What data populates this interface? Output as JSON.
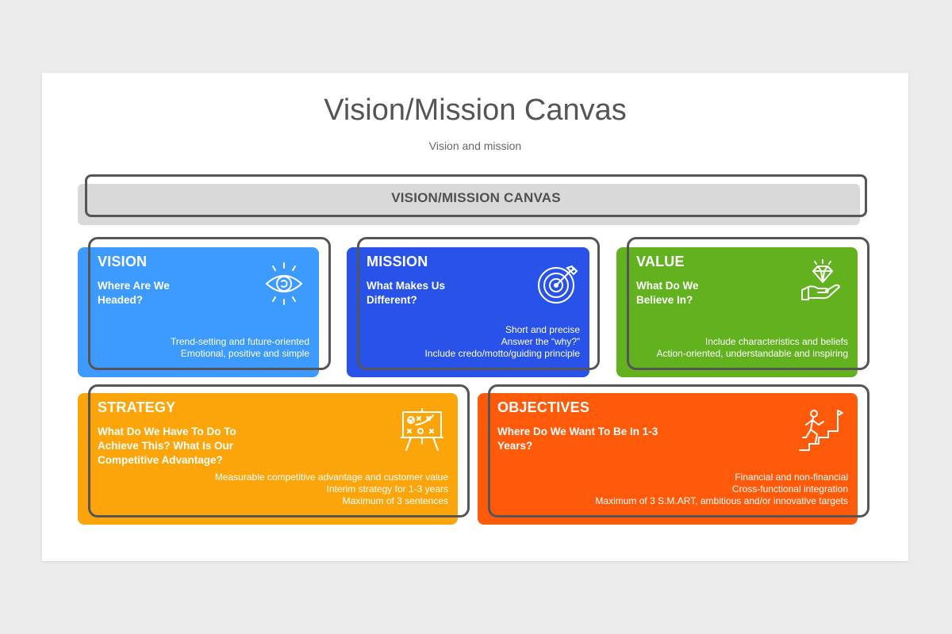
{
  "slide": {
    "title": "Vision/Mission Canvas",
    "subtitle": "Vision and mission"
  },
  "banner": {
    "label": "VISION/MISSION CANVAS"
  },
  "colors": {
    "vision": "#3d9bff",
    "mission": "#2953e8",
    "value": "#62b11f",
    "strategy": "#fba50a",
    "objectives": "#ff5a0a",
    "outline": "#555555"
  },
  "cards": {
    "vision": {
      "title": "VISION",
      "question": [
        "Where Are We",
        "Headed?"
      ],
      "details": [
        "Trend-setting and future-oriented",
        "Emotional, positive and simple"
      ],
      "icon": "eye-icon"
    },
    "mission": {
      "title": "MISSION",
      "question": [
        "What Makes Us",
        "Different?"
      ],
      "details": [
        "Short and precise",
        "Answer the “why?”",
        "Include credo/motto/guiding principle"
      ],
      "icon": "target-icon"
    },
    "value": {
      "title": "VALUE",
      "question": [
        "What Do We",
        "Believe In?"
      ],
      "details": [
        "Include characteristics and beliefs",
        "Action-oriented, understandable and inspiring"
      ],
      "icon": "diamond-hand-icon"
    },
    "strategy": {
      "title": "STRATEGY",
      "question": [
        "What Do We Have To Do To",
        "Achieve This? What Is Our",
        "Competitive Advantage?"
      ],
      "details": [
        "Measurable competitive advantage and customer value",
        "Interim strategy for 1-3 years",
        "Maximum of 3 sentences"
      ],
      "icon": "strategy-board-icon"
    },
    "objectives": {
      "title": "OBJECTIVES",
      "question": [
        "Where Do We Want To Be In 1-3",
        "Years?"
      ],
      "details": [
        "Financial and non-financial",
        "Cross-functional integration",
        "Maximum of 3 S.M.ART, ambitious and/or innovative targets"
      ],
      "icon": "climbing-stairs-flag-icon"
    }
  }
}
